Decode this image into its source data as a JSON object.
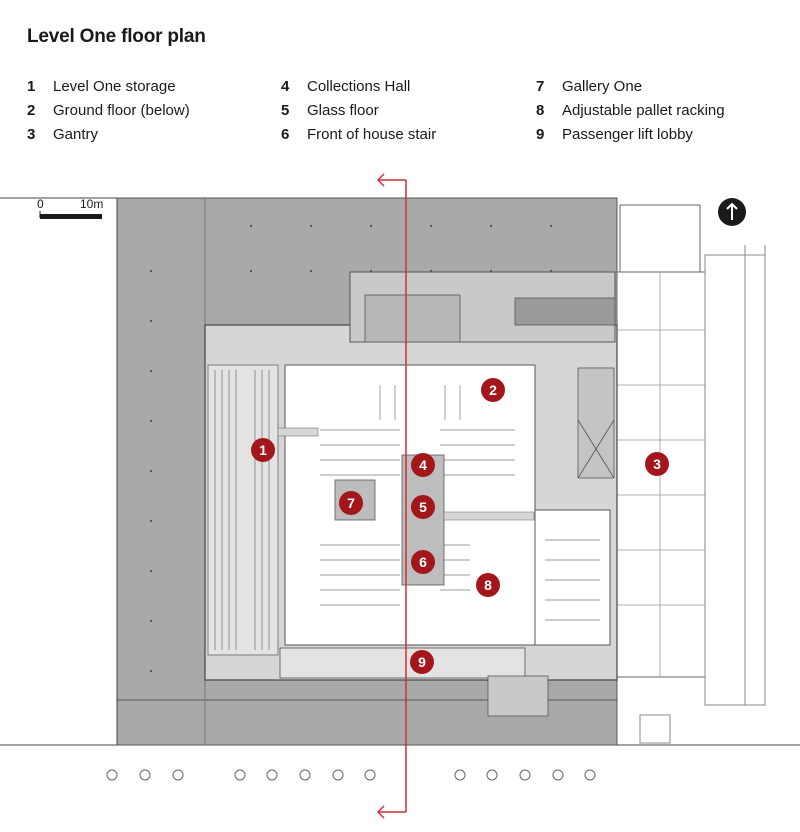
{
  "title": "Level One floor plan",
  "legend": [
    {
      "num": "1",
      "label": "Level One storage"
    },
    {
      "num": "2",
      "label": "Ground floor (below)"
    },
    {
      "num": "3",
      "label": "Gantry"
    },
    {
      "num": "4",
      "label": "Collections Hall"
    },
    {
      "num": "5",
      "label": "Glass floor"
    },
    {
      "num": "6",
      "label": "Front of house stair"
    },
    {
      "num": "7",
      "label": "Gallery One"
    },
    {
      "num": "8",
      "label": "Adjustable pallet racking"
    },
    {
      "num": "9",
      "label": "Passenger lift lobby"
    }
  ],
  "scale": {
    "start": "0",
    "end": "10m"
  },
  "north_icon": "north-arrow-icon",
  "colors": {
    "marker": "#a3161b",
    "section_line": "#c8323a",
    "plan_grey": "#a9a9a9",
    "plan_light": "#d9d9d9"
  }
}
